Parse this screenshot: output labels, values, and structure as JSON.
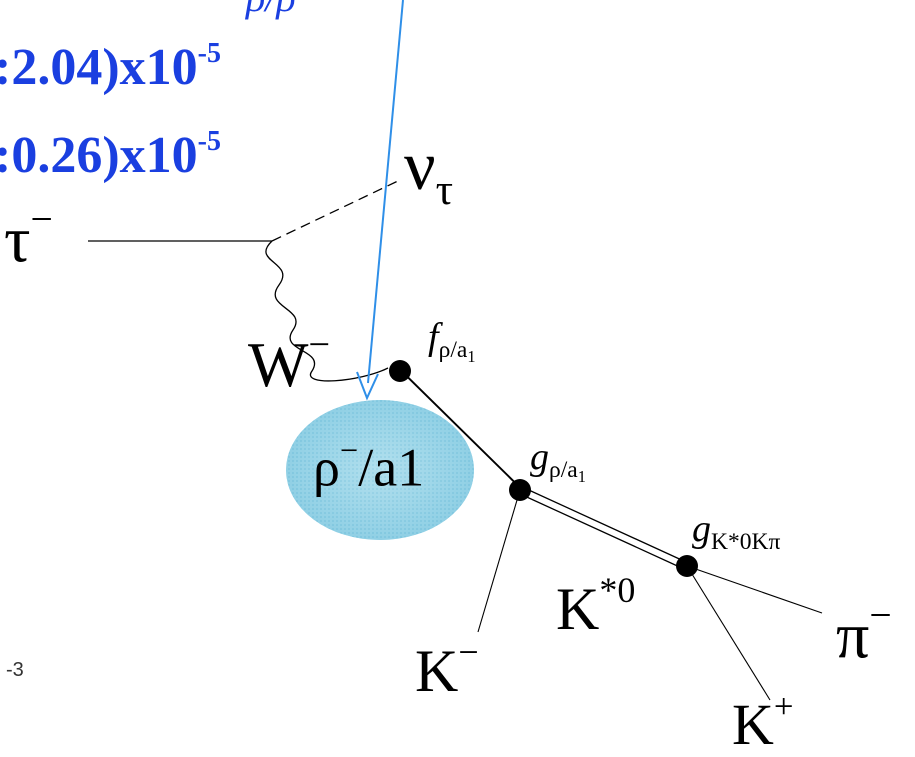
{
  "top_partial_label": "ρ/ρ",
  "values": [
    {
      "text": ":2.04)x10",
      "exponent": "-5"
    },
    {
      "text": ":0.26)x10",
      "exponent": "-5"
    }
  ],
  "particles": {
    "tau": "τ",
    "tau_charge": "−",
    "nu": "ν",
    "nu_sub": "τ",
    "w": "W",
    "w_charge": "−",
    "blob_rho": "ρ",
    "blob_charge": "−",
    "blob_rest": "/a",
    "blob_sub": "1",
    "kstar": "K",
    "kstar_sup": "*0",
    "kminus": "K",
    "kminus_charge": "−",
    "kplus": "K",
    "kplus_charge": "+",
    "piminus": "π",
    "piminus_charge": "−"
  },
  "couplings": {
    "f_sym": "f",
    "f_sub": "ρ/a",
    "f_subsub": "1",
    "g1_sym": "g",
    "g1_sub": "ρ/a",
    "g1_subsub": "1",
    "g2_sym": "g",
    "g2_sub": "K*0Kπ"
  },
  "footnote": "-3",
  "colors": {
    "blue_text": "#1a3fe0",
    "arrow": "#2f8fe8",
    "blob": "#8fd0e6",
    "lines": "#000000"
  }
}
